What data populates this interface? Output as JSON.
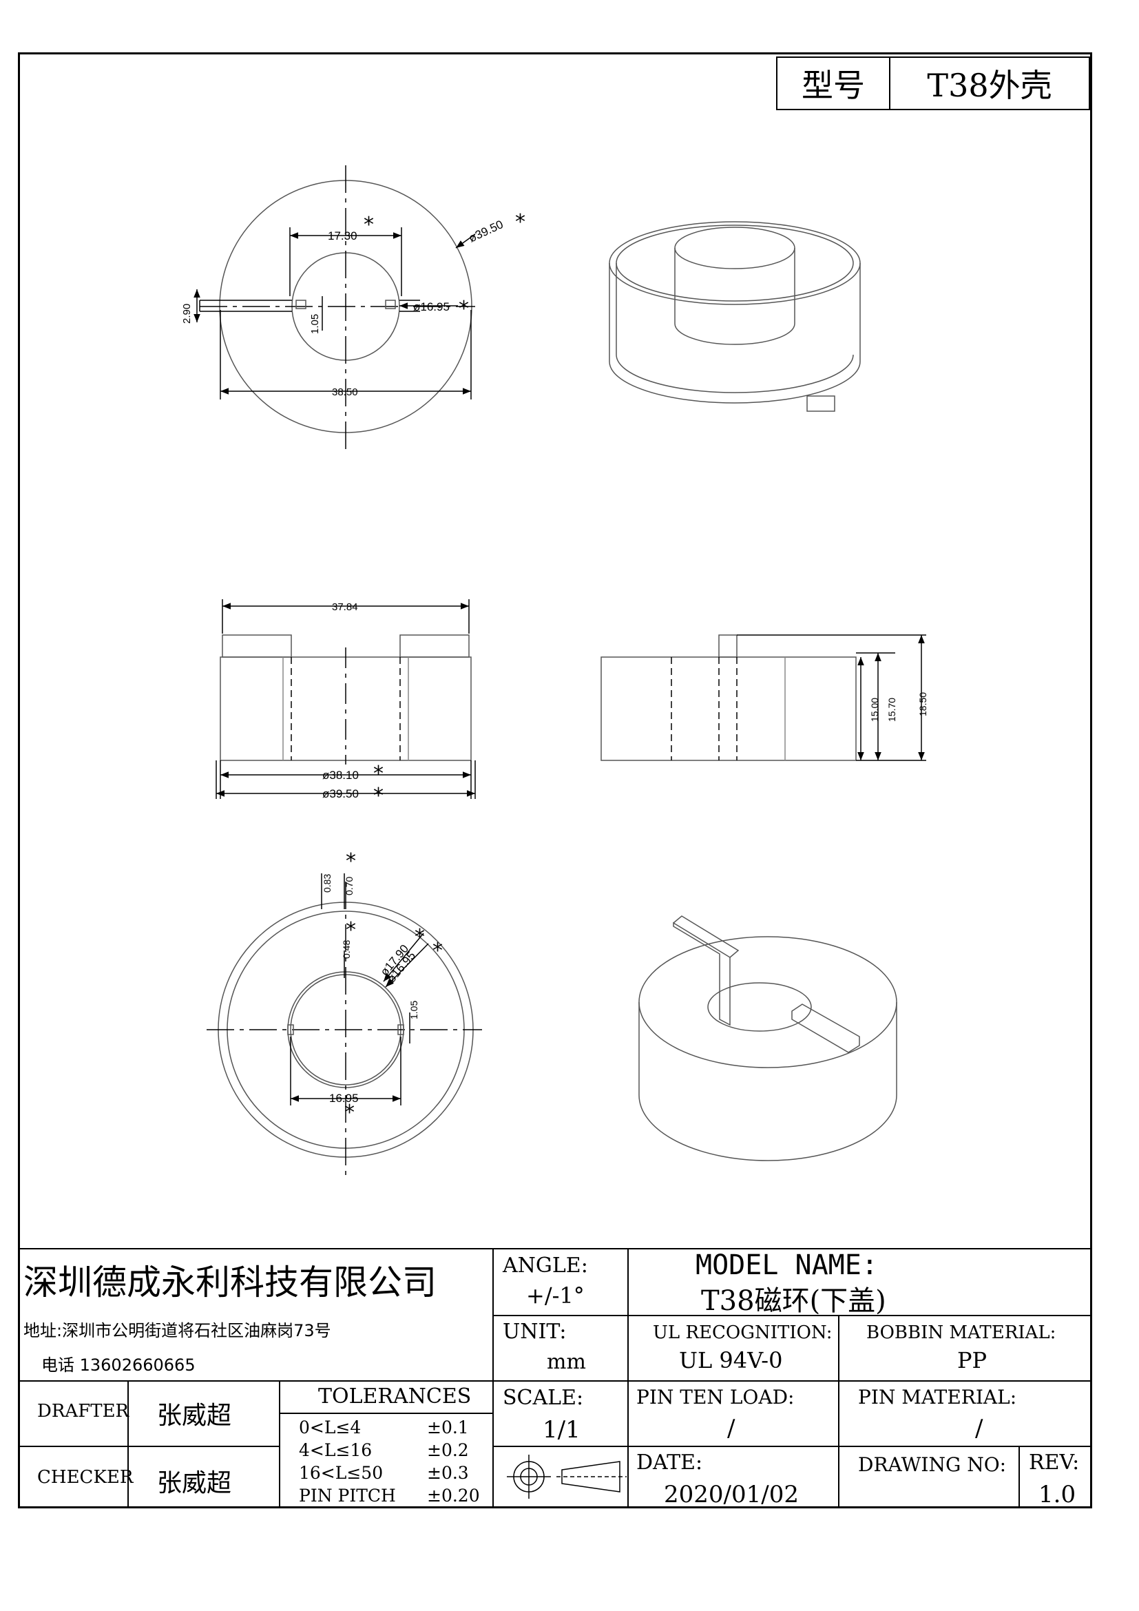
{
  "header": {
    "model_label": "型号",
    "model_value": "T38外壳"
  },
  "dimensions": {
    "top_view": {
      "d_inner_gap": "17.30",
      "d_outer": "ø39.50",
      "slot_w": "2.90",
      "slot_h": "1.05",
      "d_inner": "ø16.95",
      "width": "38.50"
    },
    "side_view": {
      "top_width": "37.84",
      "d_mid": "ø38.10",
      "d_outer": "ø39.50"
    },
    "side_view_right": {
      "h1": "15.00",
      "h2": "15.70",
      "h3": "18.50"
    },
    "bottom_view": {
      "w1": "0.83",
      "w2": "0.70",
      "w3": "0.48",
      "d1": "ø17.90",
      "d2": "ø16.95",
      "slot": "1.05",
      "inner": "16.95"
    },
    "star": "*"
  },
  "title_block": {
    "company": "深圳德成永利科技有限公司",
    "address": "地址:深圳市公明街道将石社区油麻岗73号",
    "phone": "电话 13602660665",
    "angle_label": "ANGLE:",
    "angle_value": "+/-1°",
    "model_name_label": "MODEL NAME:",
    "model_name_value": "T38磁环(下盖)",
    "unit_label": "UNIT:",
    "unit_value": "mm",
    "ul_label": "UL RECOGNITION:",
    "ul_value": "UL 94V-0",
    "bobbin_label": "BOBBIN MATERIAL:",
    "bobbin_value": "PP",
    "drafter_label": "DRAFTER",
    "drafter_name": "张威超",
    "checker_label": "CHECKER",
    "checker_name": "张威超",
    "tolerances_label": "TOLERANCES",
    "tol_rows": [
      {
        "range": "0<L≤4",
        "value": "±0.1"
      },
      {
        "range": "4<L≤16",
        "value": "±0.2"
      },
      {
        "range": "16<L≤50",
        "value": "±0.3"
      },
      {
        "range": "PIN PITCH",
        "value": "±0.20"
      }
    ],
    "scale_label": "SCALE:",
    "scale_value": "1/1",
    "pin_load_label": "PIN TEN LOAD:",
    "pin_load_value": "/",
    "pin_material_label": "PIN MATERIAL:",
    "pin_material_value": "/",
    "date_label": "DATE:",
    "date_value": "2020/01/02",
    "drawing_no_label": "DRAWING NO:",
    "drawing_no_value": "",
    "rev_label": "REV:",
    "rev_value": "1.0"
  }
}
